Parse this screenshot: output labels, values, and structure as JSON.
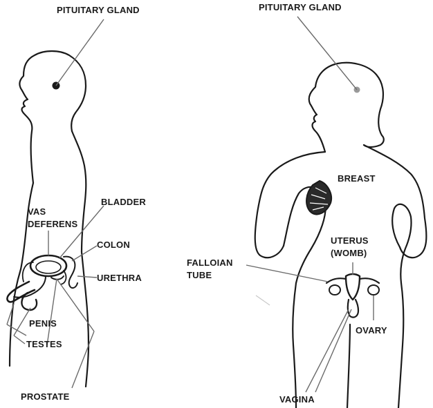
{
  "male": {
    "pituitary_label": "PITUITARY GLAND",
    "bladder_label": "BLADDER",
    "vas_deferens_label_line1": "VAS",
    "vas_deferens_label_line2": "DEFERENS",
    "colon_label": "COLON",
    "urethra_label": "URETHRA",
    "penis_label": "PENIS",
    "testes_label": "TESTES",
    "prostate_label": "PROSTATE"
  },
  "female": {
    "pituitary_label": "PITUITARY GLAND",
    "breast_label": "BREAST",
    "uterus_label_line1": "UTERUS",
    "uterus_label_line2": "(WOMB)",
    "falloian_label_line1": "FALLOIAN",
    "falloian_label_line2": "TUBE",
    "ovary_label": "OVARY",
    "vagina_label": "VAGINA"
  },
  "colors": {
    "ink": "#1a1a1a",
    "leader_line": "#6b6b6b",
    "female_gland": "#9a9a9a",
    "background": "#ffffff"
  }
}
